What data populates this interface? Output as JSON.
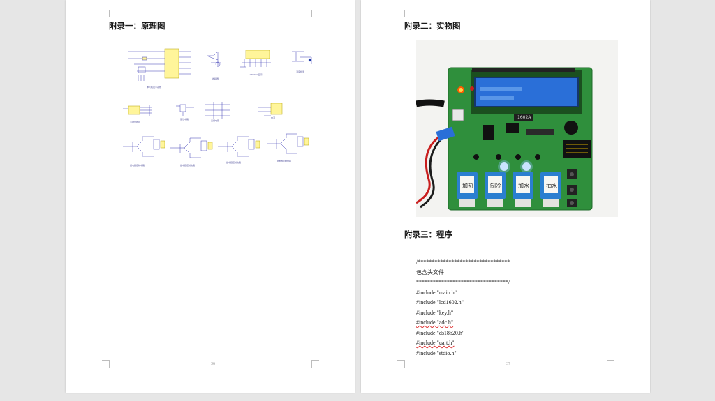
{
  "left_page": {
    "heading": "附录一：原理图",
    "page_number": "36",
    "schematic_labels": [
      "单片机最小系统",
      "蜂鸣器",
      "LCD1602显示",
      "温度检测",
      "小键盘按键",
      "复位电路",
      "晶振电路",
      "电源",
      "继电器控制电路",
      "继电器控制电路",
      "继电器控制电路",
      "继电器控制电路"
    ]
  },
  "right_page": {
    "heading_photo": "附录二：实物图",
    "heading_code": "附录三：程序",
    "page_number": "37",
    "photo": {
      "board_label": "1602A",
      "relay_labels": [
        "加热",
        "制冷",
        "加水",
        "抽水"
      ]
    },
    "code_lines": [
      "/*********************************",
      "包含头文件",
      "*********************************/",
      "#include \"main.h\"",
      "#include \"lcd1602.h\"",
      "#include \"key.h\"",
      "#include \"adc.h\"",
      "#include \"ds18b20.h\"",
      "#include \"uart.h\"",
      "#include \"stdio.h\""
    ]
  },
  "colors": {
    "background": "#e6e6e6",
    "page": "#ffffff",
    "pcb_green": "#2f8f3c",
    "lcd_blue": "#2a6fd8",
    "relay_blue": "#2b7fd0"
  }
}
